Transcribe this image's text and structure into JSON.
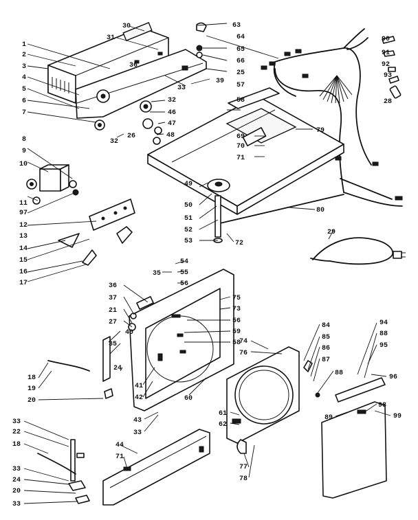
{
  "diagram": {
    "callouts": [
      "1",
      "2",
      "3",
      "4",
      "5",
      "6",
      "7",
      "8",
      "9",
      "10",
      "11",
      "97",
      "12",
      "13",
      "14",
      "15",
      "16",
      "17",
      "30",
      "31",
      "63",
      "64",
      "65",
      "66",
      "25",
      "36",
      "33",
      "39",
      "32",
      "26",
      "46",
      "47",
      "48",
      "58",
      "57",
      "79",
      "69",
      "70",
      "71",
      "49",
      "50",
      "51",
      "52",
      "53",
      "80",
      "72",
      "29",
      "90",
      "91",
      "92",
      "93",
      "28",
      "35",
      "54",
      "55",
      "56",
      "36",
      "37",
      "21",
      "27",
      "40",
      "35",
      "24",
      "41",
      "42",
      "43",
      "33",
      "60",
      "75",
      "73",
      "56",
      "59",
      "58",
      "74",
      "76",
      "61",
      "62",
      "84",
      "85",
      "86",
      "87",
      "88",
      "94",
      "88",
      "95",
      "96",
      "98",
      "89",
      "99",
      "18",
      "19",
      "20",
      "33",
      "22",
      "18",
      "33",
      "24",
      "20",
      "33",
      "44",
      "71",
      "77",
      "78"
    ]
  }
}
